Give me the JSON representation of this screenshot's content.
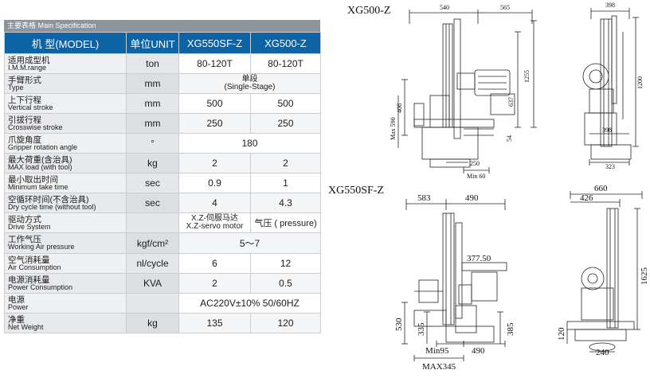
{
  "header": {
    "title_zh": "主要表格",
    "title_en": "Main Specification"
  },
  "columns": {
    "model": "机   型(MODEL)",
    "unit": "单位UNIT",
    "m1": "XG550SF-Z",
    "m2": "XG500-Z"
  },
  "rows": [
    {
      "zh": "适用成型机",
      "en": "I.M.M.range",
      "unit": "ton",
      "v1": "80-120T",
      "v2": "80-120T"
    },
    {
      "zh": "手臂形式",
      "en": "Type",
      "unit": "mm",
      "span_line1": "单段",
      "span_line2": "(Single-Stage)"
    },
    {
      "zh": "上下行程",
      "en": "Vertical stroke",
      "unit": "mm",
      "v1": "500",
      "v2": "500"
    },
    {
      "zh": "引拔行程",
      "en": "Crosswise stroke",
      "unit": "mm",
      "v1": "250",
      "v2": "250"
    },
    {
      "zh": "爪旋角度",
      "en": "Gripper rotation angle",
      "unit": "°",
      "span": "180"
    },
    {
      "zh": "最大荷重(含治具)",
      "en": "MAX load (with tool)",
      "unit": "kg",
      "v1": "2",
      "v2": "2"
    },
    {
      "zh": "最小取出时间",
      "en": "Minimum take time",
      "unit": "sec",
      "v1": "0.9",
      "v2": "1"
    },
    {
      "zh": "空循环时间(不含治具)",
      "en": "Dry cycle time (without tool)",
      "unit": "sec",
      "v1": "4",
      "v2": "4.3"
    },
    {
      "zh": "驱动方式",
      "en": "Drive System",
      "unit": "",
      "v1_line1": "X.Z-伺服马达",
      "v1_line2": "X.Z-servo motor",
      "v2": "气压 ( pressure)"
    },
    {
      "zh": "工作气压",
      "en": "Working Air pressure",
      "unit": "kgf/cm²",
      "span": "5～7"
    },
    {
      "zh": "空气消耗量",
      "en": "Air Consumption",
      "unit": "nl/cycle",
      "v1": "6",
      "v2": "12"
    },
    {
      "zh": "电源消耗量",
      "en": "Power Consumption",
      "unit": "KVA",
      "v1": "2",
      "v2": "0.5"
    },
    {
      "zh": "电源",
      "en": "Power",
      "unit": "",
      "span": "AC220V±10%  50/60HZ"
    },
    {
      "zh": "净重",
      "en": "Net Weight",
      "unit": "kg",
      "v1": "135",
      "v2": "120"
    }
  ],
  "drawings": {
    "top_title": "XG500-Z",
    "bottom_title": "XG550SF-Z",
    "top_dims": {
      "d540": "540",
      "d565": "565",
      "d398": "398",
      "d1255": "1255",
      "d637": "637",
      "d406": "406",
      "d1200": "1200",
      "max590": "Max 590",
      "d250": "250",
      "min60": "Min 60",
      "d54": "54",
      "d398b": "398",
      "d323": "323"
    },
    "bottom_dims": {
      "d583": "583",
      "d490": "490",
      "d660": "660",
      "d426": "426",
      "d377": "377.50",
      "d1625": "1625",
      "d530": "530",
      "d335": "335",
      "d385": "385",
      "min95": "Min95",
      "d490b": "490",
      "max345": "MAX345",
      "d120": "120",
      "d240": "240"
    }
  }
}
